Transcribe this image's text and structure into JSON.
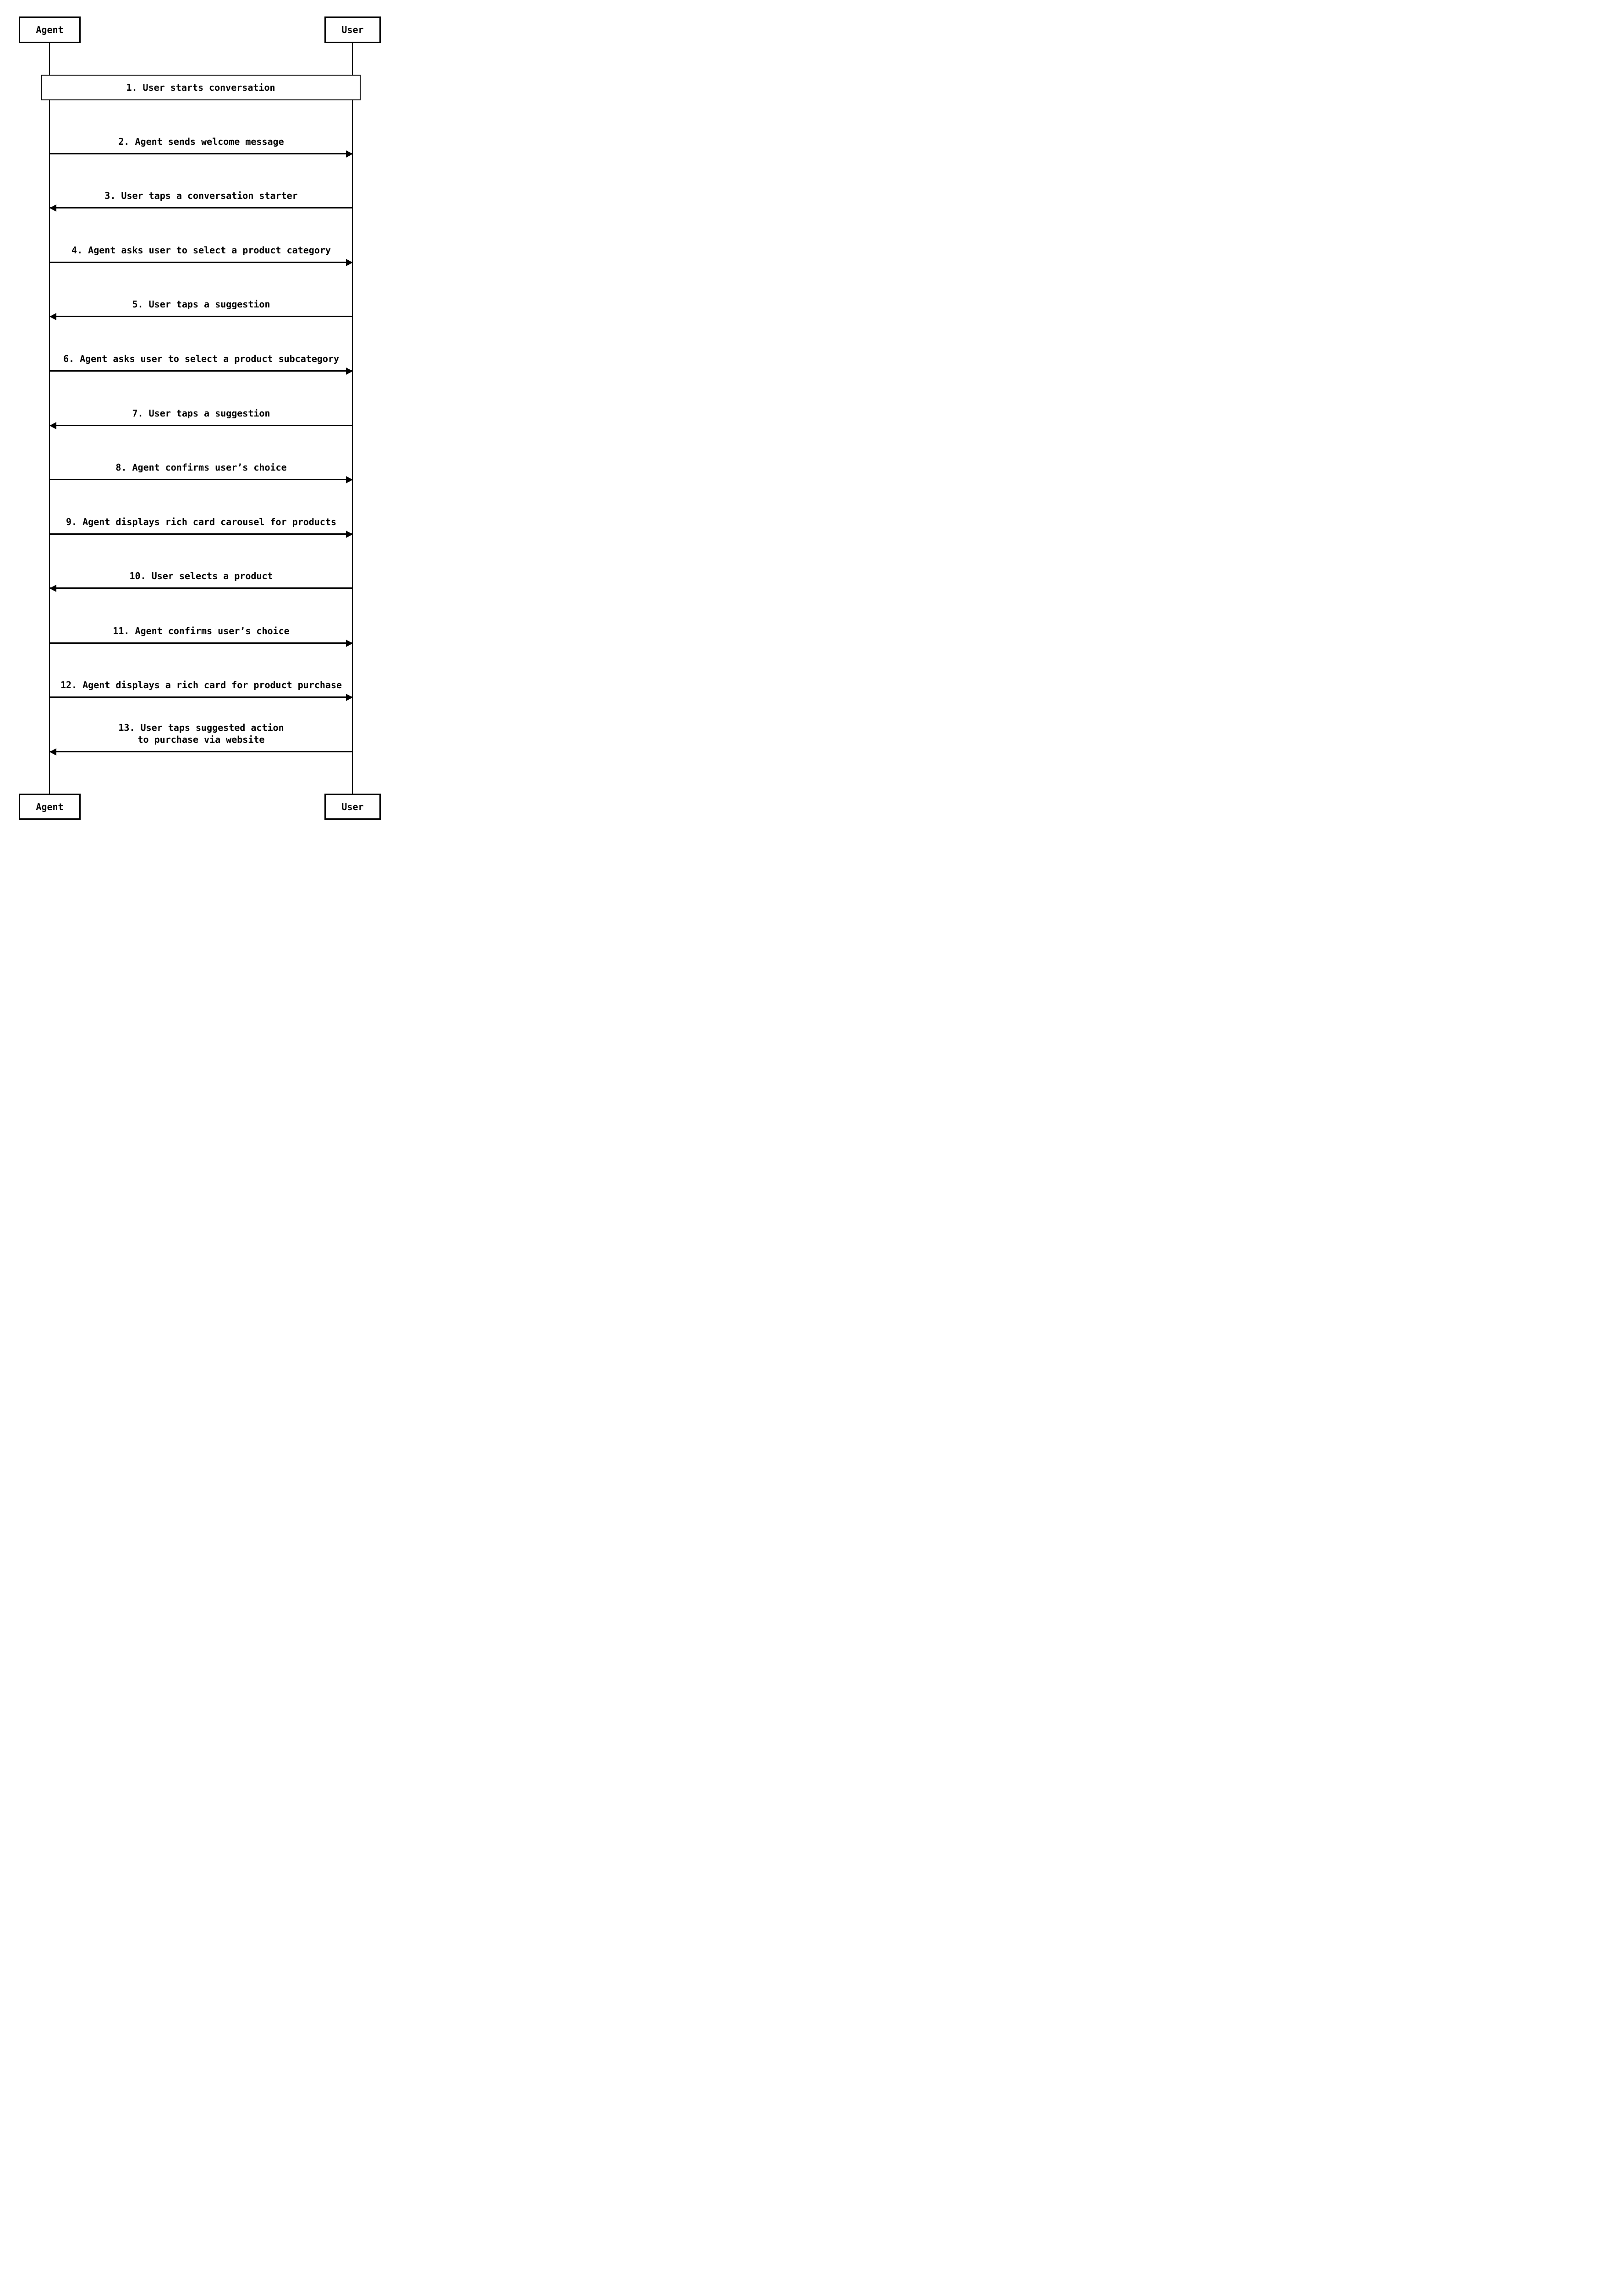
{
  "diagram": {
    "type": "sequence-diagram",
    "colors": {
      "background": "#ffffff",
      "stroke": "#000000",
      "text": "#000000"
    },
    "actors": {
      "agent": {
        "label": "Agent"
      },
      "user": {
        "label": "User"
      }
    },
    "note": {
      "label": "1. User starts conversation"
    },
    "messages": [
      {
        "num": 2,
        "label": "2. Agent sends welcome message",
        "from": "Agent",
        "to": "User",
        "direction": "right"
      },
      {
        "num": 3,
        "label": "3. User taps a conversation starter",
        "from": "User",
        "to": "Agent",
        "direction": "left"
      },
      {
        "num": 4,
        "label": "4. Agent asks user to select a product category",
        "from": "Agent",
        "to": "User",
        "direction": "right"
      },
      {
        "num": 5,
        "label": "5. User taps a suggestion",
        "from": "User",
        "to": "Agent",
        "direction": "left"
      },
      {
        "num": 6,
        "label": "6. Agent asks user to select a product subcategory",
        "from": "Agent",
        "to": "User",
        "direction": "right"
      },
      {
        "num": 7,
        "label": "7. User taps a suggestion",
        "from": "User",
        "to": "Agent",
        "direction": "left"
      },
      {
        "num": 8,
        "label": "8. Agent confirms user’s choice",
        "from": "Agent",
        "to": "User",
        "direction": "right"
      },
      {
        "num": 9,
        "label": "9. Agent displays rich card carousel for products",
        "from": "Agent",
        "to": "User",
        "direction": "right"
      },
      {
        "num": 10,
        "label": "10. User selects a product",
        "from": "User",
        "to": "Agent",
        "direction": "left"
      },
      {
        "num": 11,
        "label": "11. Agent confirms user’s choice",
        "from": "Agent",
        "to": "User",
        "direction": "right"
      },
      {
        "num": 12,
        "label": "12. Agent displays a rich card for product purchase",
        "from": "Agent",
        "to": "User",
        "direction": "right"
      },
      {
        "num": 13,
        "label": "13. User taps suggested action",
        "label_line2": "to purchase via website",
        "from": "User",
        "to": "Agent",
        "direction": "left"
      }
    ]
  }
}
